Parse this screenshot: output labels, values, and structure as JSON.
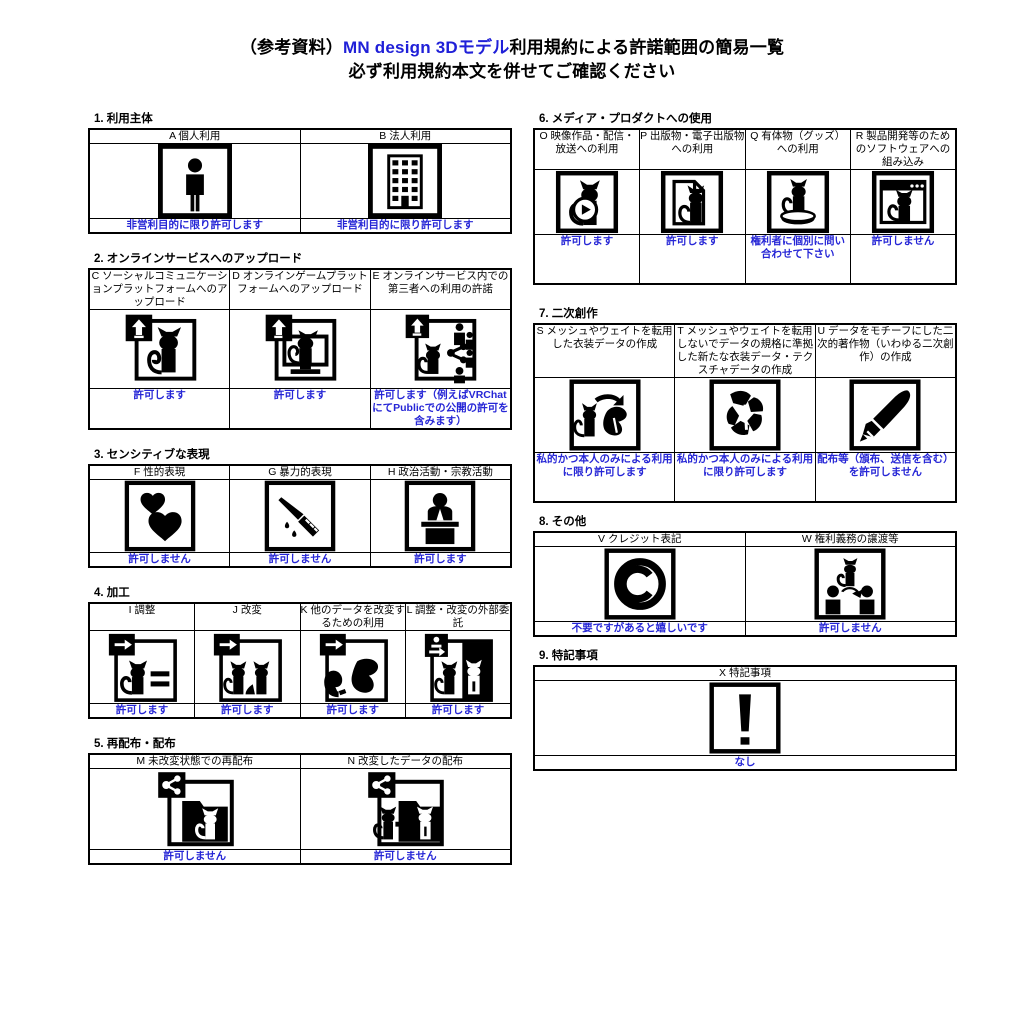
{
  "title": {
    "line1_prefix": "（参考資料）",
    "line1_accent": "MN design 3Dモデル",
    "line1_suffix": "利用規約による許諾範囲の簡易一覧",
    "line2": "必ず利用規約本文を併せてご確認ください",
    "accent_color": "#2020d8"
  },
  "result_color": "#2626d6",
  "sections": [
    {
      "number": "1.",
      "name": "利用主体",
      "columns": [
        {
          "code": "A",
          "label": "個人利用",
          "icon": "person-icon",
          "result": "非営利目的に限り許可します"
        },
        {
          "code": "B",
          "label": "法人利用",
          "icon": "building-icon",
          "result": "非営利目的に限り許可します"
        }
      ]
    },
    {
      "number": "2.",
      "name": "オンラインサービスへのアップロード",
      "columns": [
        {
          "code": "C",
          "label": "ソーシャルコミュニケーションプラットフォームへのアップロード",
          "icon": "upload-cat-icon",
          "result": "許可します"
        },
        {
          "code": "D",
          "label": "オンラインゲームプラットフォームへのアップロード",
          "icon": "upload-cat-monitor-icon",
          "result": "許可します"
        },
        {
          "code": "E",
          "label": "オンラインサービス内での第三者への利用の許諾",
          "icon": "upload-cat-share-people-icon",
          "result": "許可します（例えばVRChatにてPublicでの公開の許可を含みます）"
        }
      ]
    },
    {
      "number": "3.",
      "name": "センシティブな表現",
      "columns": [
        {
          "code": "F",
          "label": "性的表現",
          "icon": "hearts-icon",
          "result": "許可しません"
        },
        {
          "code": "G",
          "label": "暴力的表現",
          "icon": "knife-blood-icon",
          "result": "許可しません"
        },
        {
          "code": "H",
          "label": "政治活動・宗教活動",
          "icon": "podium-speaker-icon",
          "result": "許可します"
        }
      ]
    },
    {
      "number": "4.",
      "name": "加工",
      "columns": [
        {
          "code": "I",
          "label": "調整",
          "icon": "arrow-cat-equals-icon",
          "result": "許可します"
        },
        {
          "code": "J",
          "label": "改変",
          "icon": "arrow-cat-changed-icon",
          "result": "許可します"
        },
        {
          "code": "K",
          "label": "他のデータを改変するための利用",
          "icon": "arrow-cat-tail-other-icon",
          "result": "許可します"
        },
        {
          "code": "L",
          "label": "調整・改変の外部委託",
          "icon": "outsourcing-cat-icon",
          "result": "許可します"
        }
      ]
    },
    {
      "number": "5.",
      "name": "再配布・配布",
      "columns": [
        {
          "code": "M",
          "label": "未改変状態での再配布",
          "icon": "share-folder-cat-icon",
          "result": "許可しません"
        },
        {
          "code": "N",
          "label": "改変したデータの配布",
          "icon": "share-folder-modified-cat-icon",
          "result": "許可しません"
        }
      ]
    },
    {
      "number": "6.",
      "name": "メディア・プロダクトへの使用",
      "columns": [
        {
          "code": "O",
          "label": "映像作品・配信・放送への利用",
          "icon": "cat-play-button-icon",
          "result": "許可します"
        },
        {
          "code": "P",
          "label": "出版物・電子出版物への利用",
          "icon": "cat-document-icon",
          "result": "許可します"
        },
        {
          "code": "Q",
          "label": "有体物（グッズ）への利用",
          "icon": "cat-figurine-icon",
          "result": "権利者に個別に問い合わせて下さい"
        },
        {
          "code": "R",
          "label": "製品開発等のためのソフトウェアへの組み込み",
          "icon": "cat-app-window-icon",
          "result": "許可しません"
        }
      ]
    },
    {
      "number": "7.",
      "name": "二次創作",
      "columns": [
        {
          "code": "S",
          "label": "メッシュやウェイトを転用した衣装データの作成",
          "icon": "cat-to-costume-icon",
          "result": "私的かつ本人のみによる利用に限り許可します"
        },
        {
          "code": "T",
          "label": "メッシュやウェイトを転用しないでデータの規格に準拠した新たな衣装データ・テクスチャデータの作成",
          "icon": "costume-pieces-icon",
          "result": "私的かつ本人のみによる利用に限り許可します"
        },
        {
          "code": "U",
          "label": "データをモチーフにした二次的著作物（いわゆる二次創作）の作成",
          "icon": "paintbrush-icon",
          "result": "配布等（頒布、送信を含む）を許可しません"
        }
      ]
    },
    {
      "number": "8.",
      "name": "その他",
      "columns": [
        {
          "code": "V",
          "label": "クレジット表記",
          "icon": "copyright-icon",
          "result": "不要ですがあると嬉しいです"
        },
        {
          "code": "W",
          "label": "権利義務の譲渡等",
          "icon": "transfer-people-cat-icon",
          "result": "許可しません"
        }
      ]
    },
    {
      "number": "9.",
      "name": "特記事項",
      "columns": [
        {
          "code": "X",
          "label": "特記事項",
          "icon": "exclamation-icon",
          "result": "なし"
        }
      ]
    }
  ]
}
